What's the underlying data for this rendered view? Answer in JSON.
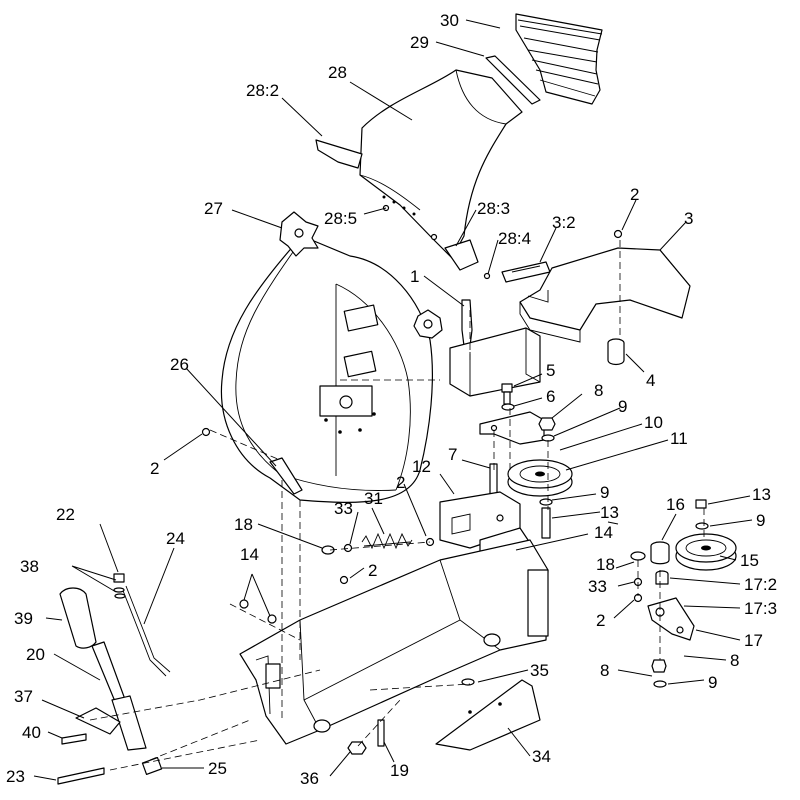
{
  "colors": {
    "line": "#000000",
    "background": "#ffffff"
  },
  "callouts": [
    {
      "text": "30"
    },
    {
      "text": "29"
    },
    {
      "text": "28"
    },
    {
      "text": "28:2"
    },
    {
      "text": "27"
    },
    {
      "text": "28:5"
    },
    {
      "text": "28:3"
    },
    {
      "text": "28:4"
    },
    {
      "text": "3:2"
    },
    {
      "text": "2"
    },
    {
      "text": "3"
    },
    {
      "text": "1"
    },
    {
      "text": "4"
    },
    {
      "text": "26"
    },
    {
      "text": "5"
    },
    {
      "text": "6"
    },
    {
      "text": "8"
    },
    {
      "text": "9"
    },
    {
      "text": "10"
    },
    {
      "text": "11"
    },
    {
      "text": "2"
    },
    {
      "text": "7"
    },
    {
      "text": "12"
    },
    {
      "text": "9"
    },
    {
      "text": "2"
    },
    {
      "text": "13"
    },
    {
      "text": "22"
    },
    {
      "text": "33"
    },
    {
      "text": "31"
    },
    {
      "text": "18"
    },
    {
      "text": "14"
    },
    {
      "text": "24"
    },
    {
      "text": "16"
    },
    {
      "text": "13"
    },
    {
      "text": "9"
    },
    {
      "text": "15"
    },
    {
      "text": "14"
    },
    {
      "text": "38"
    },
    {
      "text": "2"
    },
    {
      "text": "18"
    },
    {
      "text": "17:2"
    },
    {
      "text": "33"
    },
    {
      "text": "17:3"
    },
    {
      "text": "39"
    },
    {
      "text": "2"
    },
    {
      "text": "17"
    },
    {
      "text": "20"
    },
    {
      "text": "8"
    },
    {
      "text": "8"
    },
    {
      "text": "9"
    },
    {
      "text": "35"
    },
    {
      "text": "37"
    },
    {
      "text": "40"
    },
    {
      "text": "34"
    },
    {
      "text": "23"
    },
    {
      "text": "25"
    },
    {
      "text": "36"
    },
    {
      "text": "19"
    }
  ]
}
